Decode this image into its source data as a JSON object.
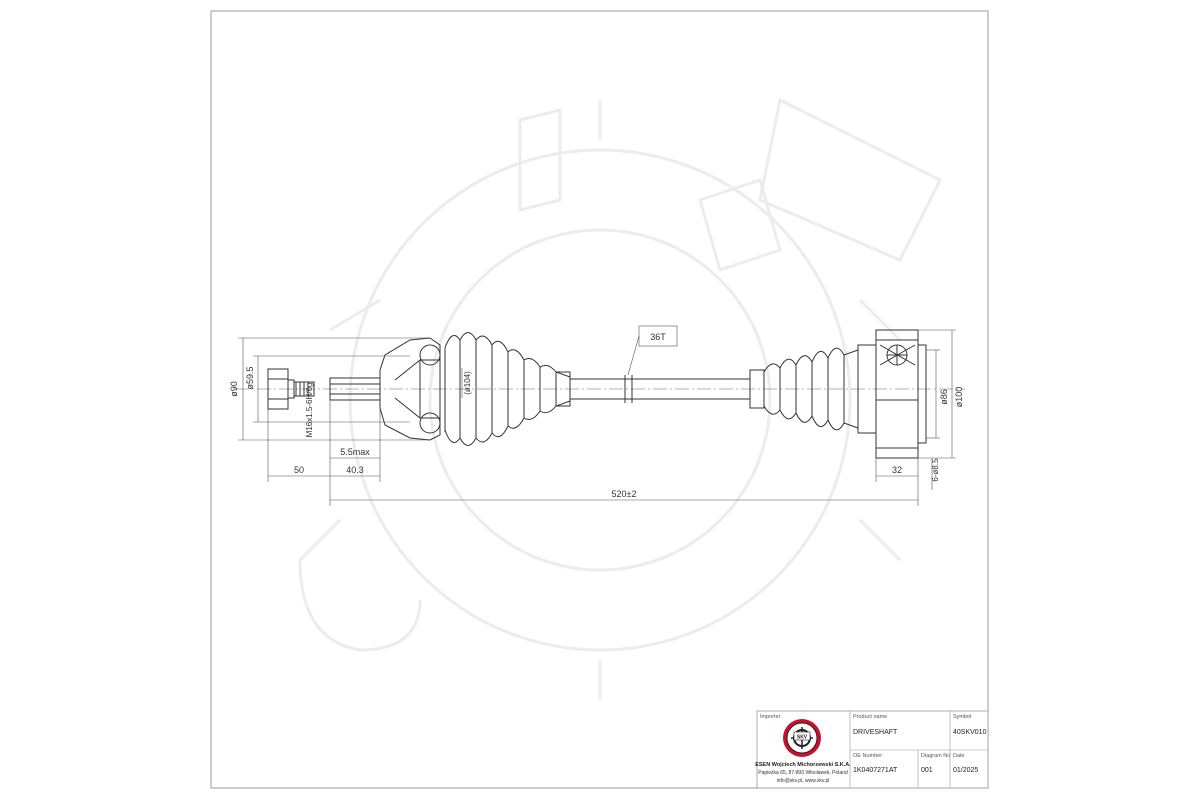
{
  "dimensions": {
    "d90": "ø90",
    "d59_5": "ø59.5",
    "thread": "M16x1.5-6H/6g",
    "d104": "(ø104)",
    "spline": "36T",
    "d86": "ø86",
    "d100": "ø100",
    "bolt_holes": "6-ø8.5",
    "len_50": "50",
    "len_40_3": "40.3",
    "len_5_5": "5.5max",
    "len_32": "32",
    "total_length": "520±2"
  },
  "title_block": {
    "importer_label": "Importer",
    "company_name": "ESEN Wojciech Michorzewski S.K.A.",
    "company_address": "Papieżka 65, 87-800 Włocławek, Poland",
    "company_contact": "info@skv.pl, www.skv.pl",
    "logo_text": "SKV",
    "product_name_label": "Product name",
    "product_name": "DRIVESHAFT",
    "symbol_label": "Symbol",
    "symbol": "40SKV010",
    "oe_number_label": "OE Number",
    "oe_number": "1K0407271AT",
    "diagram_no_label": "Diagram No",
    "diagram_no": "001",
    "date_label": "Date",
    "date": "01/2025"
  },
  "colors": {
    "line": "#333333",
    "watermark": "#ececec",
    "logo_red": "#c8102e"
  }
}
